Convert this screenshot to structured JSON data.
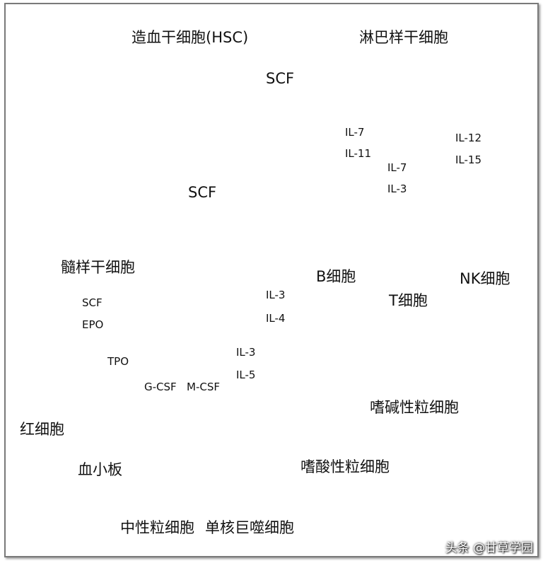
{
  "nodes": {
    "hsc": "造血干细胞(HSC)",
    "lymphoid": "淋巴样干细胞",
    "myeloid": "髓样干细胞",
    "b_cell": "B细胞",
    "t_cell": "T细胞",
    "nk_cell": "NK细胞",
    "erythrocyte": "红细胞",
    "platelet": "血小板",
    "neutrophil": "中性粒细胞",
    "macrophage": "单核巨噬细胞",
    "eosinophil": "嗜酸性粒细胞",
    "basophil": "嗜碱性粒细胞"
  },
  "factors": {
    "hsc_to_lymphoid": "SCF",
    "hsc_to_myeloid": "SCF",
    "to_b_1": "IL-7",
    "to_b_2": "IL-11",
    "to_t_1": "IL-7",
    "to_t_2": "IL-3",
    "to_nk_1": "IL-12",
    "to_nk_2": "IL-15",
    "to_erythro_1": "SCF",
    "to_erythro_2": "EPO",
    "to_platelet": "TPO",
    "to_neutrophil": "G-CSF",
    "to_macrophage": "M-CSF",
    "to_eosino_1": "IL-3",
    "to_eosino_2": "IL-5",
    "to_baso_1": "IL-3",
    "to_baso_2": "IL-4"
  },
  "watermark": "头条 @甘草学园",
  "colors": {
    "arrow": "#e01010",
    "stem": "#2a2aa8",
    "lymph": "#9a7fe8",
    "myeloid": "#f7b56a"
  }
}
